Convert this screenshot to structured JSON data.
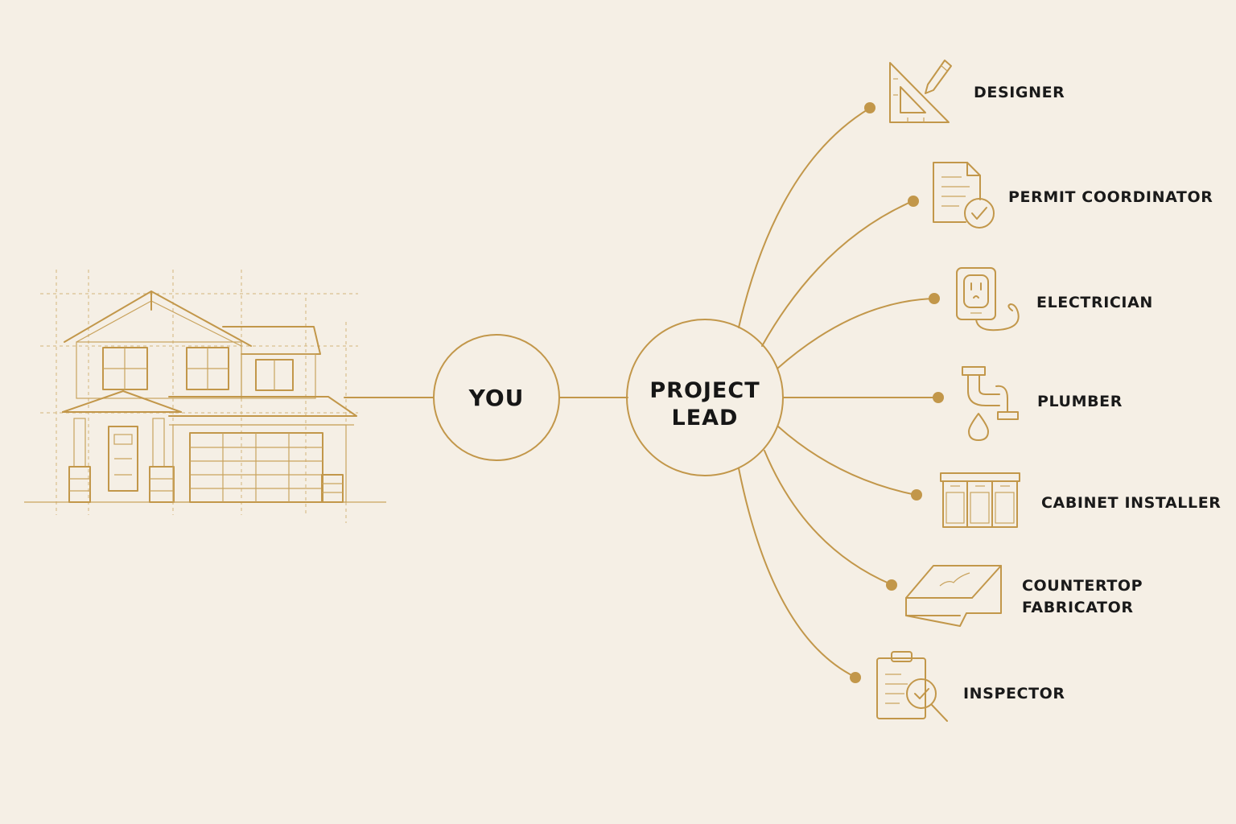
{
  "nodes": {
    "you": {
      "label": "YOU"
    },
    "lead": {
      "line1": "PROJECT",
      "line2": "LEAD"
    }
  },
  "roles": [
    {
      "id": "designer",
      "lines": [
        "DESIGNER"
      ],
      "icon": "triangle-ruler-pencil-icon"
    },
    {
      "id": "permit",
      "lines": [
        "PERMIT COORDINATOR"
      ],
      "icon": "document-check-icon"
    },
    {
      "id": "electrician",
      "lines": [
        "ELECTRICIAN"
      ],
      "icon": "outlet-icon"
    },
    {
      "id": "plumber",
      "lines": [
        "PLUMBER"
      ],
      "icon": "pipe-drop-icon"
    },
    {
      "id": "cabinet",
      "lines": [
        "CABINET INSTALLER"
      ],
      "icon": "cabinet-icon"
    },
    {
      "id": "countertop",
      "lines": [
        "COUNTERTOP",
        "FABRICATOR"
      ],
      "icon": "countertop-slab-icon"
    },
    {
      "id": "inspector",
      "lines": [
        "INSPECTOR"
      ],
      "icon": "clipboard-magnifier-icon"
    }
  ],
  "colors": {
    "accent": "#c2974a",
    "background": "#f5efe5",
    "text": "#161616"
  },
  "illustration": {
    "icon": "house-blueprint-icon"
  }
}
